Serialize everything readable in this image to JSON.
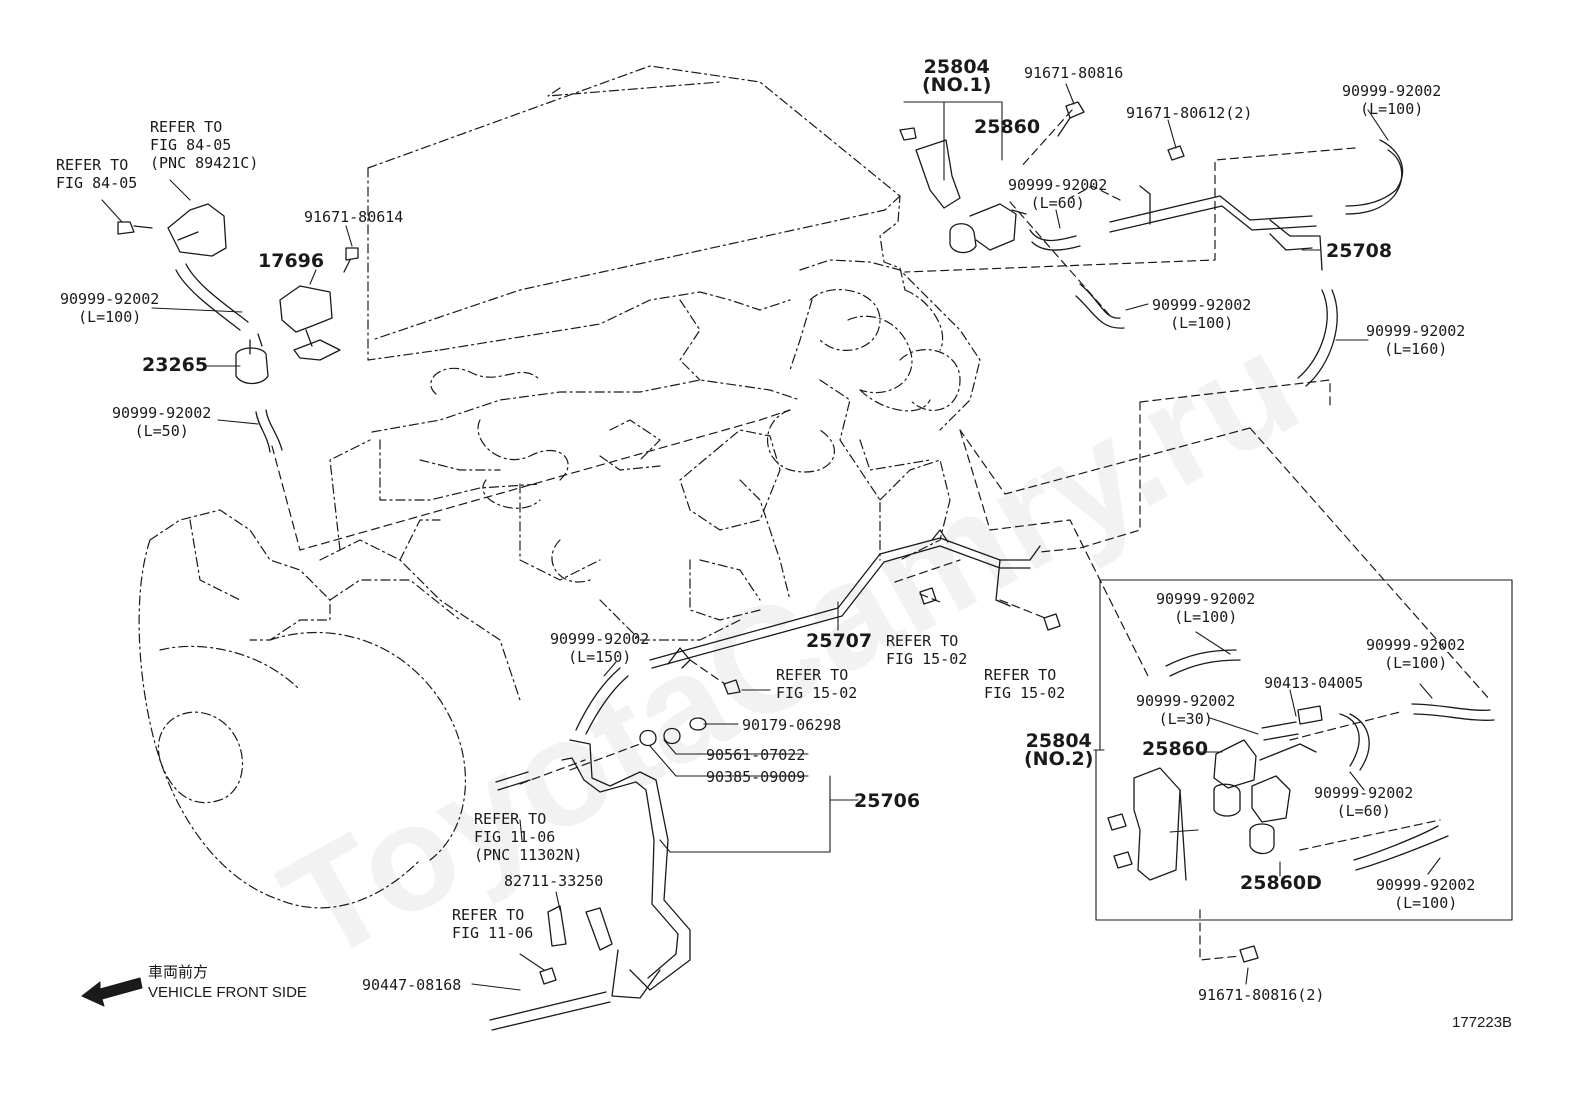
{
  "watermark": "ToyotaCamry.ru",
  "front_side": {
    "jp": "車両前方",
    "en": "VEHICLE FRONT SIDE"
  },
  "figure_id": "177223B",
  "labels": {
    "refer_84_05_a": "REFER TO\nFIG 84-05",
    "refer_84_05_b": "REFER TO\nFIG 84-05\n(PNC 89421C)",
    "p91671_80614": "91671-80614",
    "p17696": "17696",
    "p90999_l100_a": "90999-92002\n(L=100)",
    "p23265": "23265",
    "p90999_l50": "90999-92002\n(L=50)",
    "p25804_no1": "25804\n(NO.1)",
    "p25860_top": "25860",
    "p91671_80816": "91671-80816",
    "p91671_80612": "91671-80612(2)",
    "p90999_l60_a": "90999-92002\n(L=60)",
    "p90999_l100_b": "90999-92002\n(L=100)",
    "p25708": "25708",
    "p90999_l100_c": "90999-92002\n(L=100)",
    "p90999_l160": "90999-92002\n(L=160)",
    "p25707": "25707",
    "p90999_l150": "90999-92002\n(L=150)",
    "refer_15_02_a": "REFER TO\nFIG 15-02",
    "refer_15_02_b": "REFER TO\nFIG 15-02",
    "refer_15_02_c": "REFER TO\nFIG 15-02",
    "p90179_06298": "90179-06298",
    "p90561_07022": "90561-07022",
    "p90385_09009": "90385-09009",
    "p25706": "25706",
    "refer_11_06_a": "REFER TO\nFIG 11-06\n(PNC 11302N)",
    "p82711_33250": "82711-33250",
    "refer_11_06_b": "REFER TO\nFIG 11-06",
    "p90447_08168": "90447-08168",
    "p90999_l100_d": "90999-92002\n(L=100)",
    "p90999_l30": "90999-92002\n(L=30)",
    "p90413_04005": "90413-04005",
    "p90999_l100_e": "90999-92002\n(L=100)",
    "p25804_no2": "25804\n(NO.2)",
    "p25860_box": "25860",
    "p90999_l60_b": "90999-92002\n(L=60)",
    "p25860d": "25860D",
    "p90999_l100_f": "90999-92002\n(L=100)",
    "p91671_80816_2": "91671-80816(2)"
  }
}
